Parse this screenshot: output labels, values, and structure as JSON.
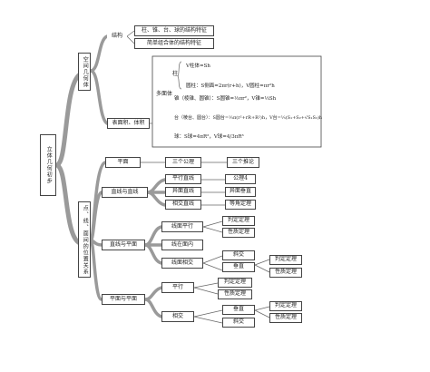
{
  "root": {
    "label": "立体几何初步"
  },
  "branch_space": {
    "label": "空间几何体"
  },
  "branch_relation": {
    "label": "点、线、面间的位置关系"
  },
  "structure": {
    "label": "结构",
    "items": [
      "柱、锥、台、球的结构特征",
      "简单组合体的结构特征"
    ]
  },
  "surface_volume": {
    "label": "表面积、体积",
    "polyhedron_label": "多面体",
    "prism_label": "柱",
    "formulas": {
      "prism_straight": "V柱体=Sh",
      "cylinder": "圆柱：S侧面=2πr(r+h)，V圆柱=πr²h",
      "pyramid": "锥（棱锥、圆锥）：S圆锥=⅓πr²，V锥=⅓Sh",
      "frustum": "台（棱台、圆台）：S圆台=⅓π(r²+rR+R²)h，V台=⅓(S₁+S₂+√S₁S₂)h",
      "sphere": "球：S球=4πR²，V球=4/3πR³"
    }
  },
  "plane": {
    "label": "平面",
    "mid": "三个公理",
    "right": "三个推论"
  },
  "line_line": {
    "label": "直线与直线",
    "items": [
      "平行直线",
      "异面直线",
      "相交直线"
    ],
    "right": [
      "公理4",
      "异面垂直",
      "等角定理"
    ]
  },
  "line_plane": {
    "label": "直线与平面",
    "items": [
      "线面平行",
      "线在面内",
      "线面相交"
    ],
    "right_top": [
      "判定定理",
      "性质定理"
    ],
    "right_bottom": [
      "斜交",
      "垂直"
    ],
    "far_right": [
      "判定定理",
      "性质定理"
    ]
  },
  "plane_plane": {
    "label": "平面与平面",
    "items": [
      "平行",
      "相交"
    ],
    "right_top": [
      "判定定理",
      "性质定理"
    ],
    "right_bottom": [
      "垂直",
      "斜交"
    ],
    "far_right": [
      "判定定理",
      "性质定理"
    ]
  }
}
